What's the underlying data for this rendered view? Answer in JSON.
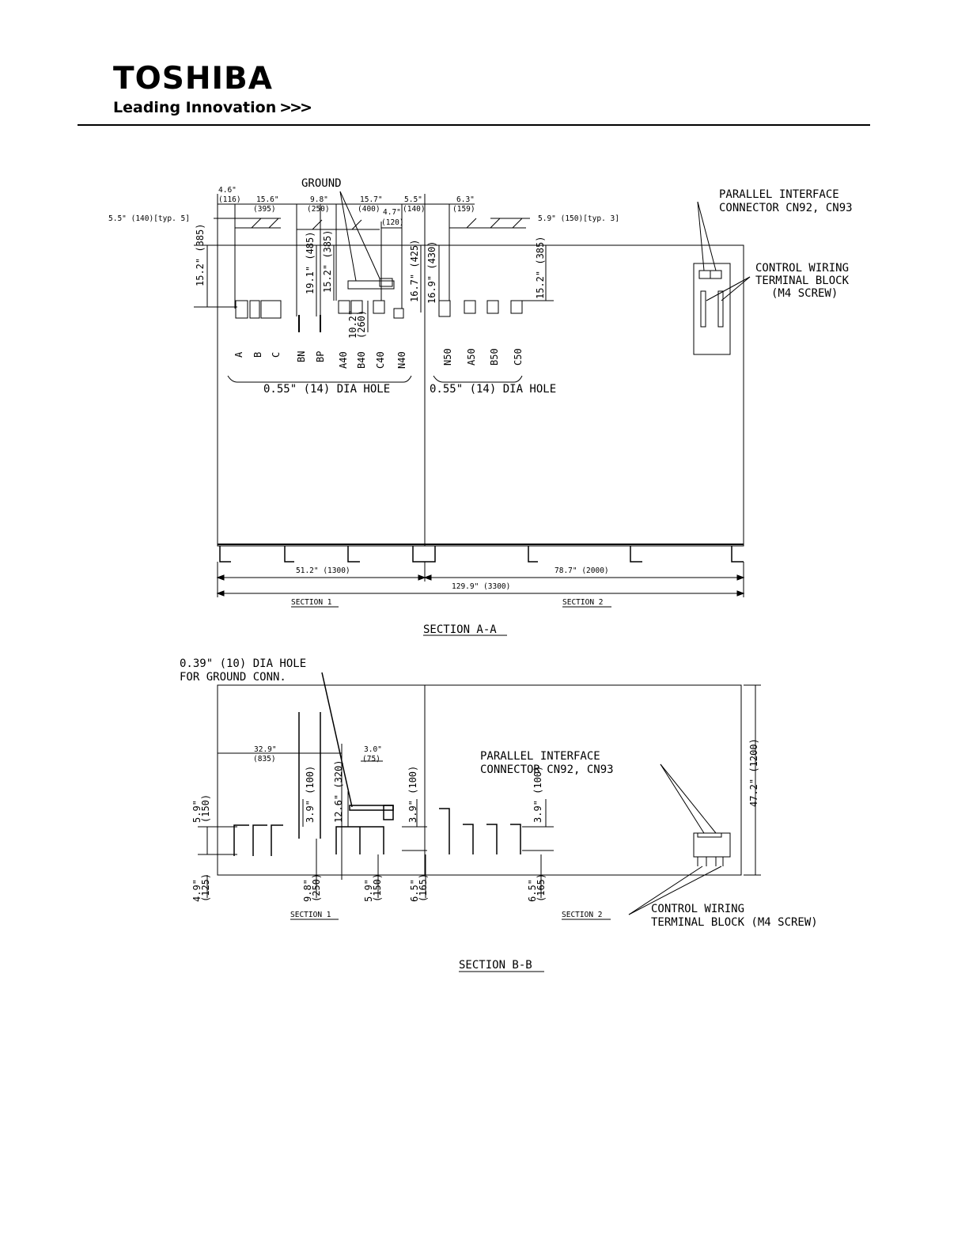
{
  "header": {
    "brand": "TOSHIBA",
    "tagline": "Leading Innovation",
    "tagline_mark": ">>>"
  },
  "section_aa": {
    "title": "SECTION A-A",
    "ground": "GROUND",
    "parallel_line1": "PARALLEL INTERFACE",
    "parallel_line2": "CONNECTOR CN92, CN93",
    "control_line1": "CONTROL WIRING",
    "control_line2": "TERMINAL BLOCK",
    "control_line3": "(M4 SCREW)",
    "hole_left": "0.55\" (14) DIA HOLE",
    "hole_right": "0.55\" (14) DIA HOLE",
    "typ_left": "5.5\" (140)[typ. 5]",
    "typ_right": "5.9\" (150)[typ. 3]",
    "terminals": [
      "A",
      "B",
      "C",
      "BN",
      "BP",
      "A40",
      "B40",
      "C40",
      "N40",
      "N50",
      "A50",
      "B50",
      "C50"
    ],
    "dims_top": [
      {
        "a": "4.6\"",
        "b": "(116)"
      },
      {
        "a": "15.6\"",
        "b": "(395)"
      },
      {
        "a": "9.8\"",
        "b": "(250)"
      },
      {
        "a": "15.7\"",
        "b": "(400)"
      },
      {
        "a": "4.7\"",
        "b": "(120)"
      },
      {
        "a": "5.5\"",
        "b": "(140)"
      },
      {
        "a": "6.3\"",
        "b": "(159)"
      }
    ],
    "dims_vert": [
      "15.2\" (385)",
      "19.1\" (485)",
      "15.2\" (385)",
      "10.2\"",
      "(260)",
      "16.7\" (425)",
      "16.9\" (430)",
      "15.2\" (385)"
    ],
    "dim_section1": "51.2\" (1300)",
    "dim_section2": "78.7\" (2000)",
    "dim_total": "129.9\" (3300)",
    "section1": "SECTION 1",
    "section2": "SECTION 2"
  },
  "section_bb": {
    "title": "SECTION B-B",
    "hole_line1": "0.39\" (10) DIA HOLE",
    "hole_line2": "FOR GROUND CONN.",
    "parallel_line1": "PARALLEL INTERFACE",
    "parallel_line2": "CONNECTOR CN92, CN93",
    "control_line1": "CONTROL WIRING",
    "control_line2": "TERMINAL BLOCK (M4 SCREW)",
    "dim_835": {
      "a": "32.9\"",
      "b": "(835)"
    },
    "dim_75": {
      "a": "3.0\"",
      "b": "(75)"
    },
    "dims_vert": [
      "5.9\"",
      "(150)",
      "3.9\" (100)",
      "12.6\" (320)",
      "3.9\" (100)",
      "3.9\" (100)",
      "47.2\" (1200)"
    ],
    "dims_bottom": [
      "4.9\"",
      "(125)",
      "9.8\"",
      "(250)",
      "5.9\"",
      "(150)",
      "6.5\"",
      "(165)",
      "6.5\"",
      "(165)"
    ],
    "section1": "SECTION 1",
    "section2": "SECTION 2"
  }
}
